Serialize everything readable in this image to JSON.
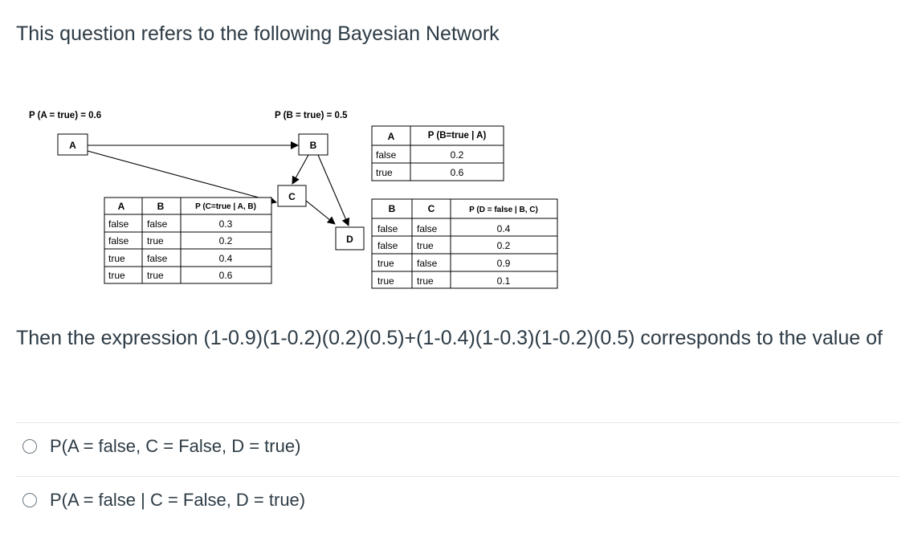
{
  "title": "This question refers to the following Bayesian Network",
  "network": {
    "prior_a": "P (A = true) = 0.6",
    "prior_b": "P (B = true) = 0.5",
    "nodes": [
      "A",
      "B",
      "C",
      "D"
    ],
    "table_b": {
      "headers": [
        "A",
        "P (B=true | A)"
      ],
      "rows": [
        [
          "false",
          "0.2"
        ],
        [
          "true",
          "0.6"
        ]
      ]
    },
    "table_c": {
      "headers": [
        "A",
        "B",
        "P (C=true | A, B)"
      ],
      "rows": [
        [
          "false",
          "false",
          "0.3"
        ],
        [
          "false",
          "true",
          "0.2"
        ],
        [
          "true",
          "false",
          "0.4"
        ],
        [
          "true",
          "true",
          "0.6"
        ]
      ]
    },
    "table_d": {
      "headers": [
        "B",
        "C",
        "P (D = false | B, C)"
      ],
      "rows": [
        [
          "false",
          "false",
          "0.4"
        ],
        [
          "false",
          "true",
          "0.2"
        ],
        [
          "true",
          "false",
          "0.9"
        ],
        [
          "true",
          "true",
          "0.1"
        ]
      ]
    }
  },
  "question": "Then the expression (1-0.9)(1-0.2)(0.2)(0.5)+(1-0.4)(1-0.3)(1-0.2)(0.5) corresponds to the value of",
  "options": [
    "P(A = false, C = False, D = true)",
    "P(A = false | C = False, D = true)"
  ]
}
